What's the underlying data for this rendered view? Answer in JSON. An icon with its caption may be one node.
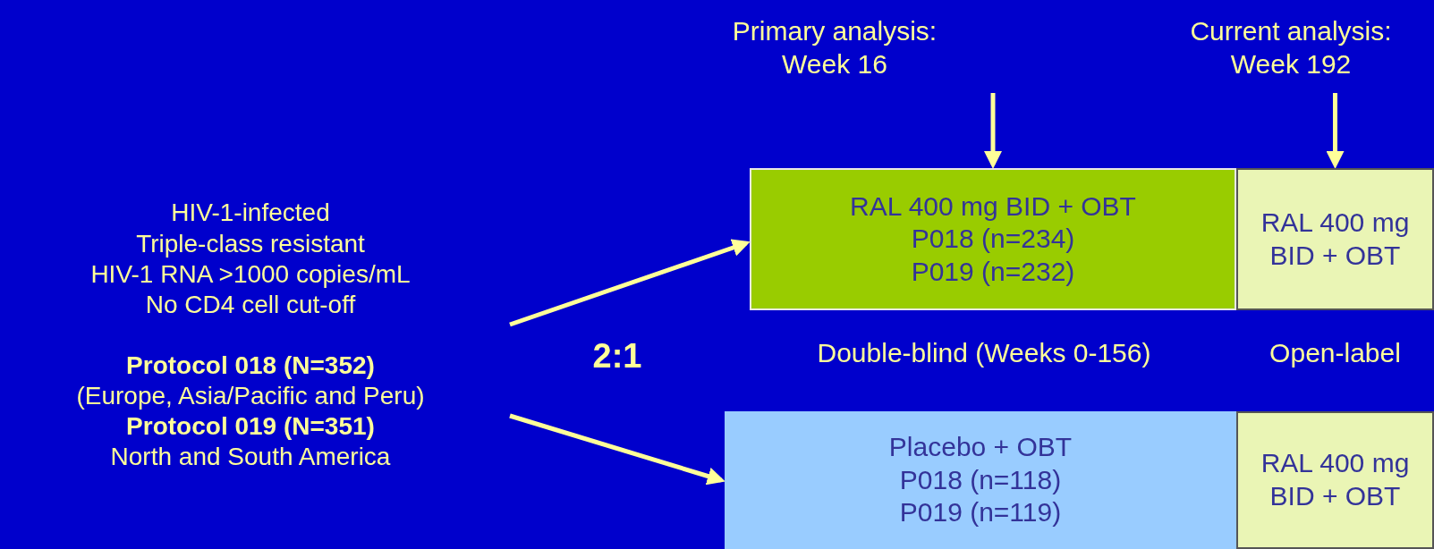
{
  "diagram": {
    "nodes": [
      {
        "text": [
          "HIV-1-infected",
          "Triple-class resistant",
          "HIV-1 RNA >1000 copies/mL",
          "No CD4 cell cut-off",
          "Protocol 018 (N=352)",
          "(Europe, Asia/Pacific and Peru)",
          "Protocol 019 (N=351)",
          "North and South America"
        ]
      },
      {
        "text": [
          "Primary analysis: Week 16"
        ]
      },
      {
        "text": [
          "Current analysis: Week 192"
        ]
      },
      {
        "text": [
          "RAL 400 mg BID + OBT",
          "P018 (n=234)",
          "P019 (n=232)"
        ]
      },
      {
        "text": [
          "RAL 400 mg BID + OBT"
        ]
      },
      {
        "text": [
          "Placebo + OBT",
          "P018 (n=118)",
          "P019 (n=119)"
        ]
      },
      {
        "text": [
          "RAL 400 mg BID + OBT"
        ]
      }
    ],
    "edges": [
      {
        "from": 0,
        "to": 3,
        "arrow": "to"
      },
      {
        "from": 0,
        "to": 5,
        "arrow": "to"
      },
      {
        "from": 1,
        "to": 3,
        "arrow": "to"
      },
      {
        "from": 2,
        "to": 4,
        "arrow": "to"
      }
    ],
    "labels": [
      "2:1",
      "Double-blind (Weeks 0-156)",
      "Open-label"
    ]
  }
}
